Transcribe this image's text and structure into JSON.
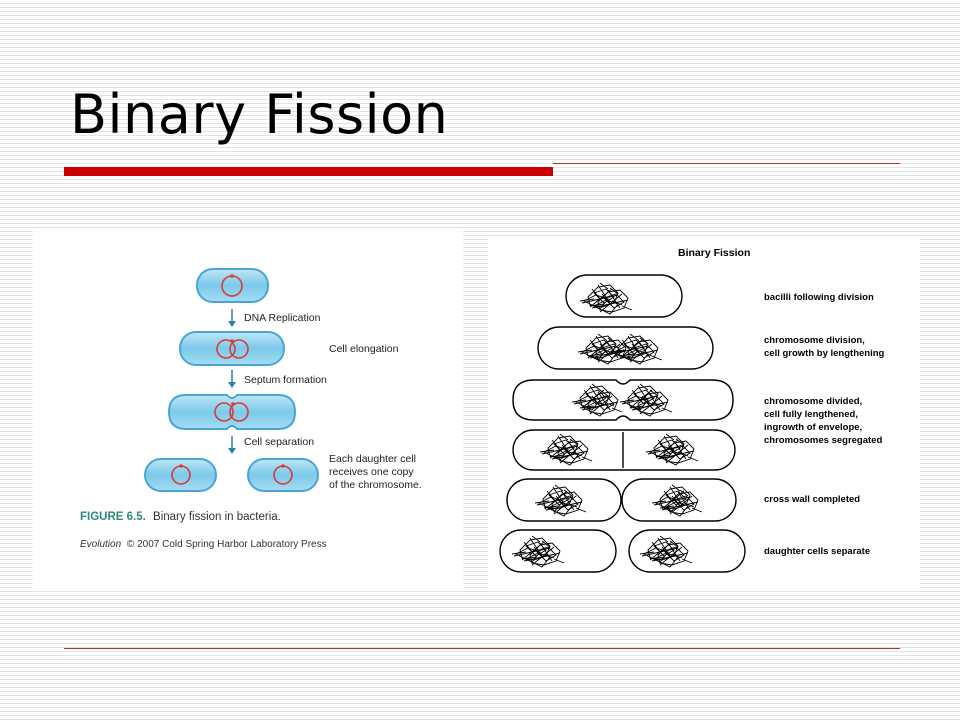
{
  "slide": {
    "title": "Binary Fission",
    "accent_color": "#cc0000",
    "rule_color": "#b03030"
  },
  "left_figure": {
    "stages": [
      "DNA Replication",
      "Cell elongation",
      "Septum formation",
      "Cell separation"
    ],
    "daughter_note": [
      "Each daughter cell",
      "receives one copy",
      "of the chromosome."
    ],
    "figure_label": "FIGURE 6.5.",
    "caption": "Binary fission in bacteria.",
    "credit_italic": "Evolution",
    "credit_rest": "© 2007 Cold Spring Harbor Laboratory Press",
    "cell_fill": "#79c8ea",
    "cell_stroke": "#4aa5d6",
    "chromosome_color": "#d83b3b",
    "caption_color": "#2e8c78"
  },
  "right_figure": {
    "title": "Binary Fission",
    "stage_labels": [
      [
        "bacilli following division"
      ],
      [
        "chromosome division,",
        "cell growth by lengthening"
      ],
      [
        "chromosome divided,",
        "cell fully lengthened,",
        "ingrowth of envelope,",
        "chromosomes segregated"
      ],
      [
        "cross wall completed"
      ],
      [
        "daughter cells separate"
      ]
    ]
  }
}
